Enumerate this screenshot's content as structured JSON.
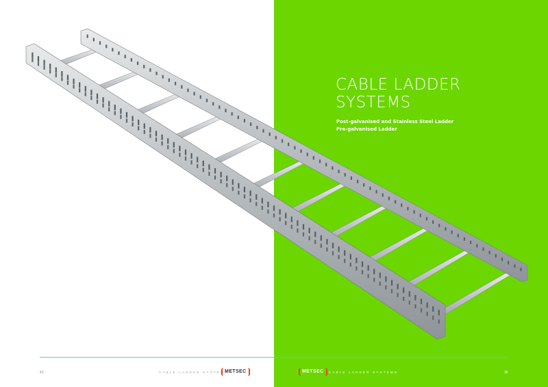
{
  "title_lines": [
    "CABLE LADDER",
    "SYSTEMS"
  ],
  "subtitle_lines": [
    "Post-galvanised and Stainless Steel Ladder",
    "Pre-galvanised Ladder"
  ],
  "footer": {
    "left_page_number": "41",
    "left_text": "CABLE LADDER SYSTEMS",
    "left_logo": "METSEC",
    "right_logo": "METSEC",
    "right_text": "CABLE LADDER SYSTEMS",
    "right_page_number": "35"
  },
  "colors": {
    "accent_green": "#6bd600",
    "footer_rule": "#5bc4d6",
    "logo_bracket": "#e54a1f"
  },
  "image": {
    "ladder": "galvanised-steel-cable-ladder"
  }
}
